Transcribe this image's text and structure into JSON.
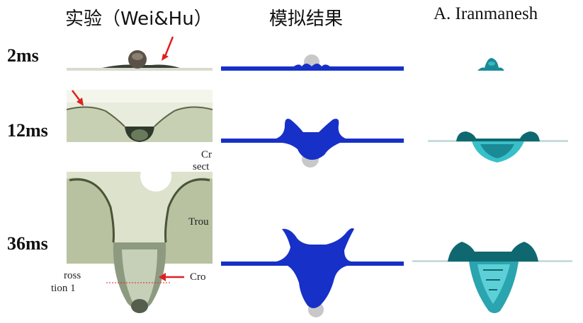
{
  "headers": {
    "experiment": "实验（Wei&Hu）",
    "simulation": "模拟结果",
    "reference": "A. Iranmanesh"
  },
  "rows": [
    {
      "time": "2ms"
    },
    {
      "time": "12ms"
    },
    {
      "time": "36ms"
    }
  ],
  "annotations": {
    "cr_top": "Cr",
    "sect": "sect",
    "trou": "Trou",
    "cross": "ross",
    "tion": "tion 1",
    "cro": "Cro"
  },
  "colors": {
    "simulation_blue": "#1730c8",
    "reference_teal": "#1a8a96",
    "sphere_gray": "#c8c8c8",
    "arrow_red": "#e02020"
  }
}
